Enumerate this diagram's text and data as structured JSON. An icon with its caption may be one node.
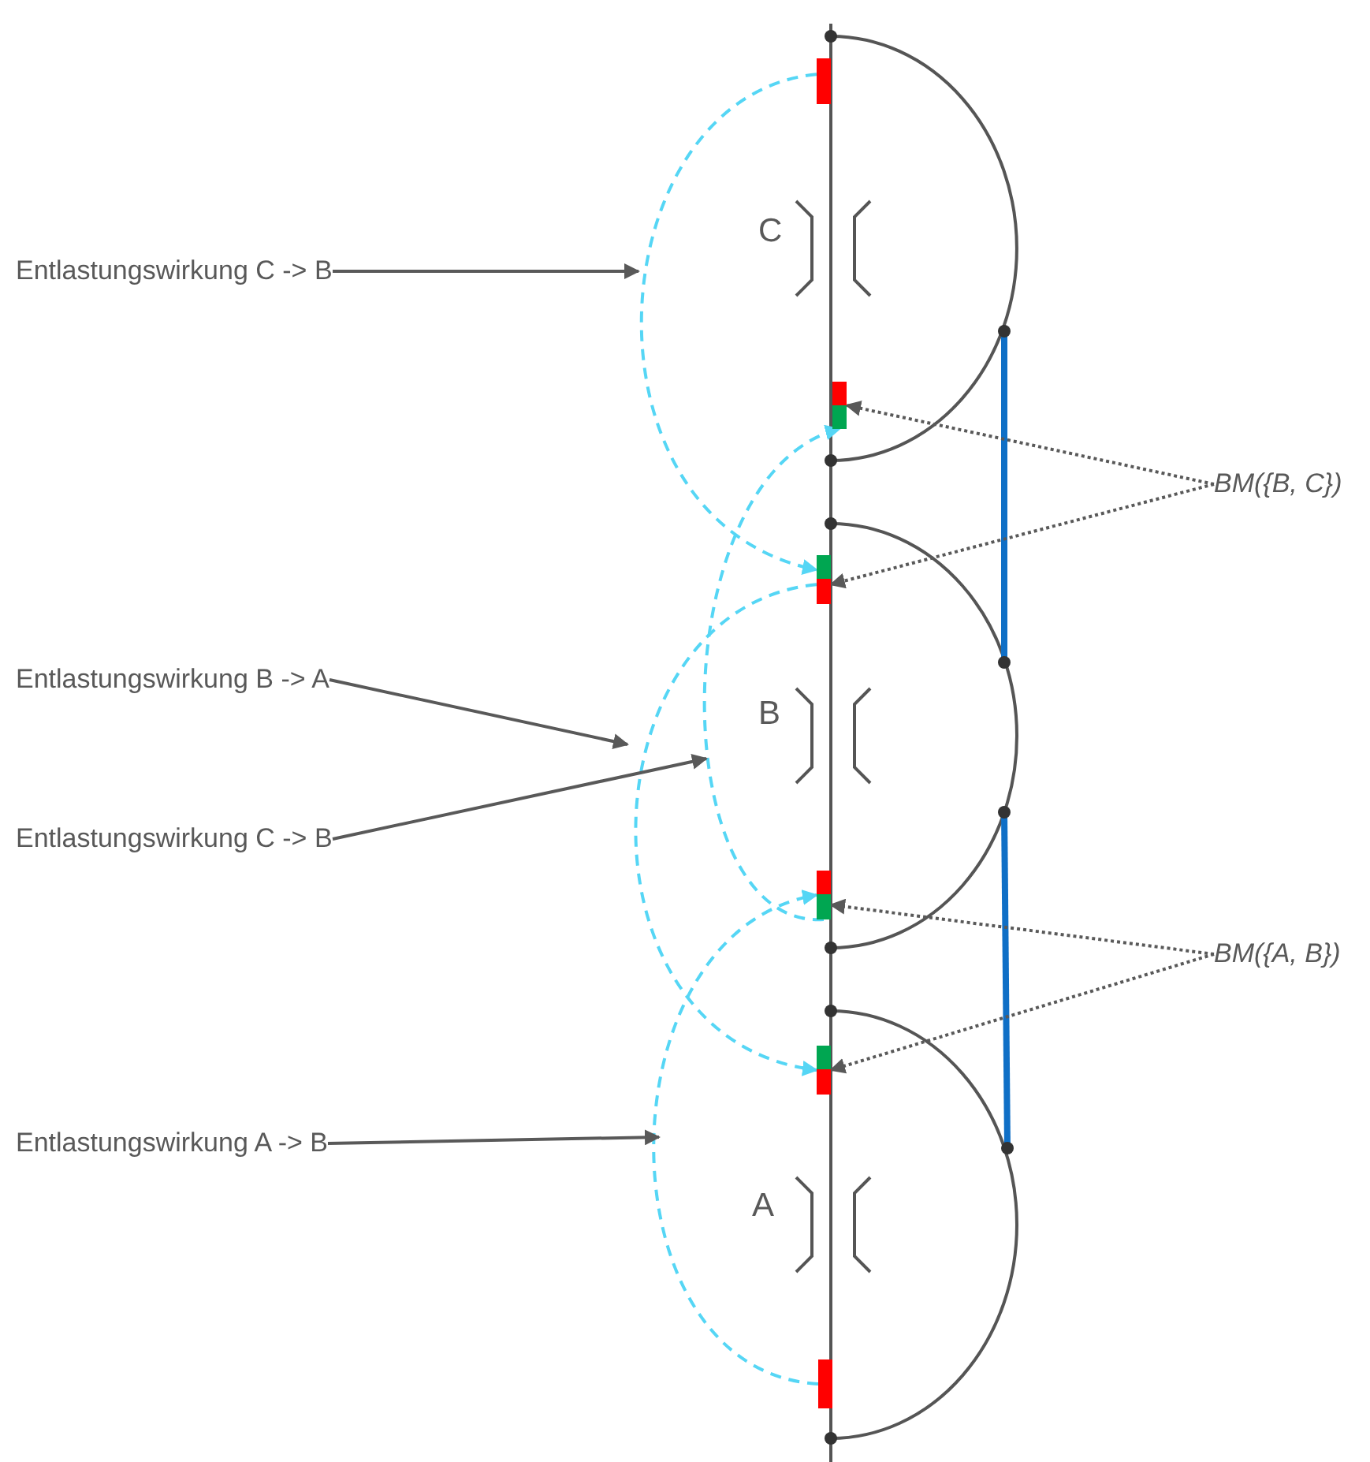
{
  "diagram": {
    "nodes": [
      {
        "text": [],
        "shape": "bar"
      },
      {
        "text": [
          "Entlastungswirkung C -> B"
        ]
      },
      {
        "text": [],
        "shape": "bar"
      },
      {
        "text": [
          "BM({B, C})"
        ]
      },
      {
        "text": [],
        "shape": "bar"
      },
      {
        "text": [
          "Entlastungswirkung B -> A"
        ]
      },
      {
        "text": [
          "Entlastungswirkung C -> B"
        ]
      },
      {
        "text": [],
        "shape": "bar"
      },
      {
        "text": [
          "BM({A, B})"
        ]
      },
      {
        "text": [],
        "shape": "bar"
      },
      {
        "text": [
          "Entlastungswirkung A -> B"
        ]
      },
      {
        "text": [],
        "shape": "bar"
      }
    ],
    "edges": [
      {
        "from": 0,
        "to": 4,
        "arrow": "to",
        "style": "dashed",
        "color": "#55d6f5"
      },
      {
        "from": 4,
        "to": 9,
        "arrow": "to",
        "style": "dashed",
        "color": "#55d6f5"
      },
      {
        "from": 7,
        "to": 2,
        "arrow": "to",
        "style": "dashed",
        "color": "#55d6f5"
      },
      {
        "from": 11,
        "to": 7,
        "arrow": "to",
        "style": "dashed",
        "color": "#55d6f5"
      },
      {
        "from": 1,
        "to": null,
        "arrow": "to"
      },
      {
        "from": 5,
        "to": null,
        "arrow": "to"
      },
      {
        "from": 6,
        "to": null,
        "arrow": "to"
      },
      {
        "from": 10,
        "to": null,
        "arrow": "to"
      },
      {
        "from": 3,
        "to": 2,
        "arrow": "to",
        "style": "dashed"
      },
      {
        "from": 3,
        "to": 4,
        "arrow": "to",
        "style": "dashed"
      },
      {
        "from": 8,
        "to": 7,
        "arrow": "to",
        "style": "dashed"
      },
      {
        "from": 8,
        "to": 9,
        "arrow": "to",
        "style": "dashed"
      }
    ],
    "labels": [
      "C",
      "B",
      "A"
    ]
  }
}
